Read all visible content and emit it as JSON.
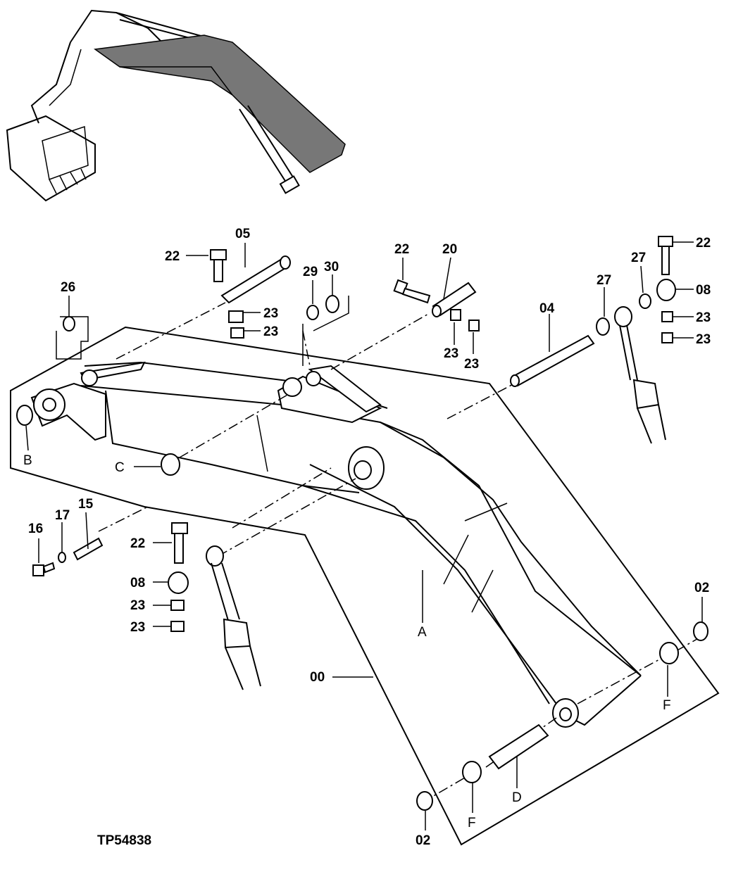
{
  "figure": {
    "reference": "TP54838"
  },
  "callouts": {
    "c05": "05",
    "c22a": "22",
    "c22b": "22",
    "c22c": "22",
    "c22d": "22",
    "c20": "20",
    "c26": "26",
    "c29": "29",
    "c30": "30",
    "c23a": "23",
    "c23b": "23",
    "c23c": "23",
    "c23d": "23",
    "c23e": "23",
    "c23f": "23",
    "c23g": "23",
    "c23h": "23",
    "c27a": "27",
    "c27b": "27",
    "c08a": "08",
    "c08b": "08",
    "c04": "04",
    "c02a": "02",
    "c02b": "02",
    "c00": "00",
    "c15": "15",
    "c16": "16",
    "c17": "17",
    "cA": "A",
    "cB": "B",
    "cC": "C",
    "cD": "D",
    "cFa": "F",
    "cFb": "F"
  }
}
